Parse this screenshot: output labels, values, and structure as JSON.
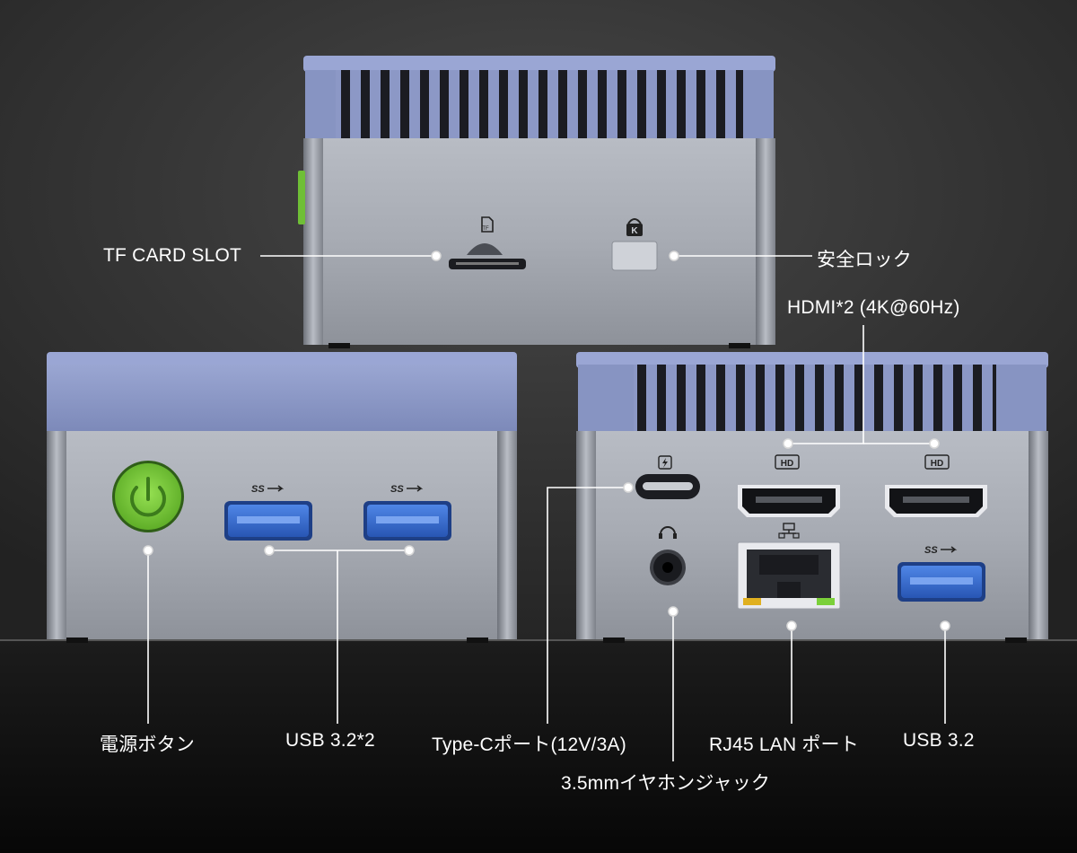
{
  "labels": {
    "tf_card_slot": "TF CARD SLOT",
    "security_lock": "安全ロック",
    "hdmi": "HDMI*2 (4K@60Hz)",
    "power_button": "電源ボタン",
    "usb32_x2": "USB 3.2*2",
    "type_c": "Type-Cポート(12V/3A)",
    "rj45": "RJ45 LAN ポート",
    "usb32": "USB 3.2",
    "audio_jack": "3.5mmイヤホンジャック"
  },
  "port_marks": {
    "hd_left": "HD",
    "hd_right": "HD",
    "ss_usb": "SS"
  },
  "colors": {
    "background_top": "#3a3a3a",
    "background_bottom": "#0c0c0c",
    "lid_blue": "#8a98c4",
    "body_silver": "#a9adb5",
    "usb_blue": "#3a6fd0",
    "power_green": "#7ccf3e",
    "callout_line": "#ffffff"
  },
  "icons": {
    "tf_card": "sd-card-icon",
    "lock": "kensington-lock-icon",
    "headphone": "headphone-icon",
    "lan": "network-icon",
    "power": "power-icon",
    "lightning": "lightning-icon"
  }
}
